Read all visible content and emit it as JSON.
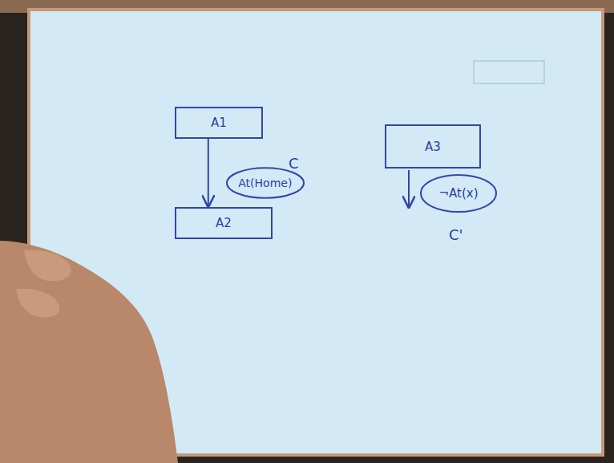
{
  "diagram": {
    "nodes": [
      {
        "text": [
          "A1"
        ]
      },
      {
        "text": [
          "A2"
        ]
      },
      {
        "text": [
          "A3"
        ]
      },
      {
        "text": [
          "¬At(x)"
        ]
      }
    ],
    "edges": [
      {
        "from": 0,
        "to": 1,
        "arrow": "to",
        "label": "At(Home)"
      }
    ],
    "labels": [
      "C",
      "C'"
    ]
  }
}
